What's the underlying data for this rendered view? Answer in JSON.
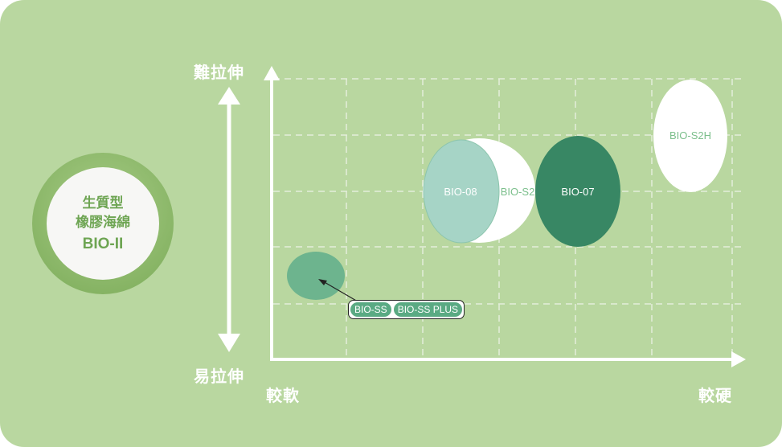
{
  "badge": {
    "line1": "生質型",
    "line2": "橡膠海綿",
    "code": "BIO-II"
  },
  "axes": {
    "y_top": "難拉伸",
    "y_bottom": "易拉伸",
    "x_left": "較軟",
    "x_right": "較硬"
  },
  "products": {
    "bio08": "BIO-08",
    "bios2": "BIO-S2",
    "bio07": "BIO-07",
    "bios2h": "BIO-S2H"
  },
  "tag": {
    "bioss": "BIO-SS",
    "biossplus": "BIO-SS PLUS"
  },
  "colors": {
    "background": "#b9d7a0",
    "bio08": "#a6d4c6",
    "bio07": "#388764",
    "bioss": "#6db48e",
    "label_green": "#6db48e"
  }
}
